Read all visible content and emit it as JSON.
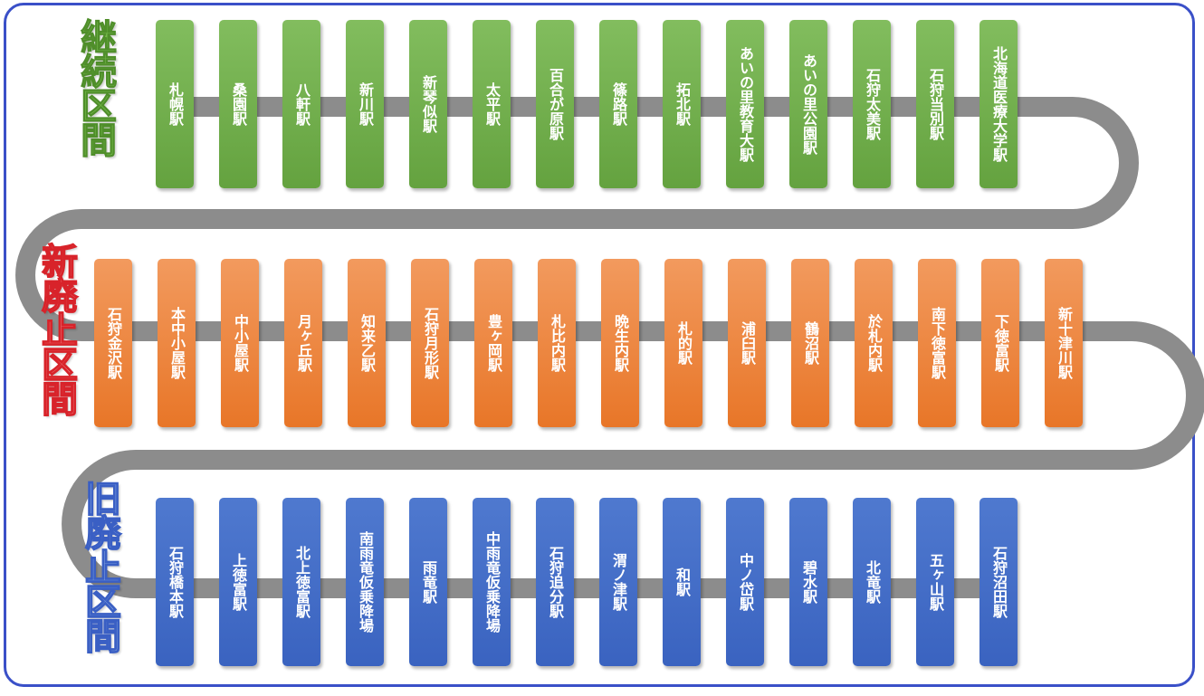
{
  "colors": {
    "frame": "#3a50c8",
    "track": "#8c8c8c",
    "green": "#6faf49",
    "orange": "#ed7d31",
    "blue": "#4472c4"
  },
  "sections": [
    {
      "label": "継続区間",
      "color": "green",
      "stations": [
        "札幌駅",
        "桑園駅",
        "八軒駅",
        "新川駅",
        "新琴似駅",
        "太平駅",
        "百合が原駅",
        "篠路駅",
        "拓北駅",
        "あいの里教育大駅",
        "あいの里公園駅",
        "石狩太美駅",
        "石狩当別駅",
        "北海道医療大学駅"
      ]
    },
    {
      "label": "新廃止区間",
      "color": "orange",
      "stations": [
        "石狩金沢駅",
        "本中小屋駅",
        "中小屋駅",
        "月ヶ丘駅",
        "知来乙駅",
        "石狩月形駅",
        "豊ヶ岡駅",
        "札比内駅",
        "晩生内駅",
        "札的駅",
        "浦臼駅",
        "鶴沼駅",
        "於札内駅",
        "南下徳富駅",
        "下徳富駅",
        "新十津川駅"
      ]
    },
    {
      "label": "旧廃止区間",
      "color": "blue",
      "stations": [
        "石狩橋本駅",
        "上徳富駅",
        "北上徳富駅",
        "南雨竜仮乗降場",
        "雨竜駅",
        "中雨竜仮乗降場",
        "石狩追分駅",
        "渭ノ津駅",
        "和駅",
        "中ノ岱駅",
        "碧水駅",
        "北竜駅",
        "五ヶ山駅",
        "石狩沼田駅"
      ]
    }
  ]
}
